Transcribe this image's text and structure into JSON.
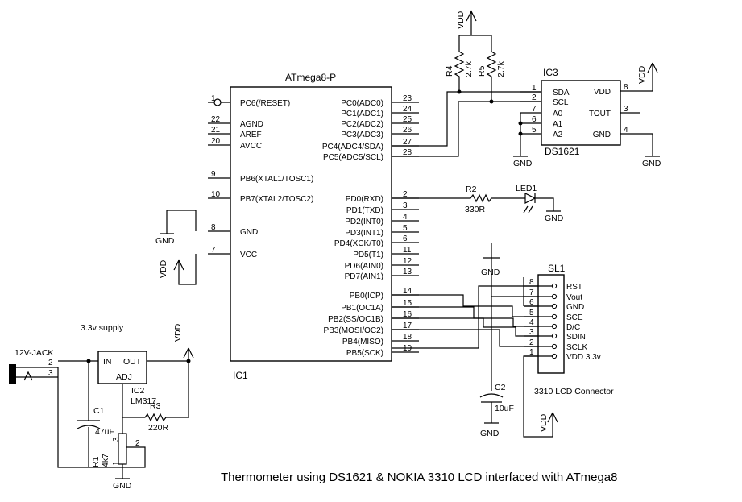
{
  "title": "Thermometer using DS1621 & NOKIA 3310 LCD interfaced with ATmega8",
  "ic1": {
    "part": "ATmega8-P",
    "ref": "IC1",
    "left_pins": [
      {
        "num": "1",
        "name": "PC6(/RESET)"
      },
      {
        "num": "22",
        "name": "AGND"
      },
      {
        "num": "21",
        "name": "AREF"
      },
      {
        "num": "20",
        "name": "AVCC"
      },
      {
        "num": "9",
        "name": "PB6(XTAL1/TOSC1)"
      },
      {
        "num": "10",
        "name": "PB7(XTAL2/TOSC2)"
      },
      {
        "num": "8",
        "name": "GND"
      },
      {
        "num": "7",
        "name": "VCC"
      }
    ],
    "right_pins": [
      {
        "num": "23",
        "name": "PC0(ADC0)"
      },
      {
        "num": "24",
        "name": "PC1(ADC1)"
      },
      {
        "num": "25",
        "name": "PC2(ADC2)"
      },
      {
        "num": "26",
        "name": "PC3(ADC3)"
      },
      {
        "num": "27",
        "name": "PC4(ADC4/SDA)"
      },
      {
        "num": "28",
        "name": "PC5(ADC5/SCL)"
      },
      {
        "num": "2",
        "name": "PD0(RXD)"
      },
      {
        "num": "3",
        "name": "PD1(TXD)"
      },
      {
        "num": "4",
        "name": "PD2(INT0)"
      },
      {
        "num": "5",
        "name": "PD3(INT1)"
      },
      {
        "num": "6",
        "name": "PD4(XCK/T0)"
      },
      {
        "num": "11",
        "name": "PD5(T1)"
      },
      {
        "num": "12",
        "name": "PD6(AIN0)"
      },
      {
        "num": "13",
        "name": "PD7(AIN1)"
      },
      {
        "num": "14",
        "name": "PB0(ICP)"
      },
      {
        "num": "15",
        "name": "PB1(OC1A)"
      },
      {
        "num": "16",
        "name": "PB2(SS/OC1B)"
      },
      {
        "num": "17",
        "name": "PB3(MOSI/OC2)"
      },
      {
        "num": "18",
        "name": "PB4(MISO)"
      },
      {
        "num": "19",
        "name": "PB5(SCK)"
      }
    ]
  },
  "ic3": {
    "ref": "IC3",
    "part": "DS1621",
    "left_pins": [
      {
        "num": "1",
        "name": "SDA"
      },
      {
        "num": "2",
        "name": "SCL"
      },
      {
        "num": "7",
        "name": "A0"
      },
      {
        "num": "6",
        "name": "A1"
      },
      {
        "num": "5",
        "name": "A2"
      }
    ],
    "right_pins": [
      {
        "num": "8",
        "name": "VDD"
      },
      {
        "num": "3",
        "name": "TOUT"
      },
      {
        "num": "4",
        "name": "GND"
      }
    ]
  },
  "pullups": {
    "r4_ref": "R4",
    "r4_value": "2.7k",
    "r5_ref": "R5",
    "r5_value": "2.7k"
  },
  "led": {
    "r2_ref": "R2",
    "r2_value": "330R",
    "led_ref": "LED1"
  },
  "lcd": {
    "ref": "SL1",
    "caption": "3310 LCD Connector",
    "pins": [
      {
        "num": "8",
        "name": "RST"
      },
      {
        "num": "7",
        "name": "Vout"
      },
      {
        "num": "6",
        "name": "GND"
      },
      {
        "num": "5",
        "name": "SCE"
      },
      {
        "num": "4",
        "name": "D/C"
      },
      {
        "num": "3",
        "name": "SDIN"
      },
      {
        "num": "2",
        "name": "SCLK"
      },
      {
        "num": "1",
        "name": "VDD 3.3v"
      }
    ],
    "c2_ref": "C2",
    "c2_value": "10uF"
  },
  "supply": {
    "caption": "3.3v supply",
    "jack": "12V-JACK",
    "jack_pin2": "2",
    "jack_pin3": "3",
    "reg_ref": "IC2",
    "reg_part": "LM317",
    "reg_in": "IN",
    "reg_out": "OUT",
    "reg_adj": "ADJ",
    "c1_ref": "C1",
    "c1_value": "47uF",
    "r3_ref": "R3",
    "r3_value": "220R",
    "r1_ref": "R1",
    "r1_value": "4k7",
    "pot_pin1": "1",
    "pot_pin2": "2",
    "pot_pin3": "3"
  },
  "net": {
    "vdd": "VDD",
    "gnd": "GND"
  }
}
